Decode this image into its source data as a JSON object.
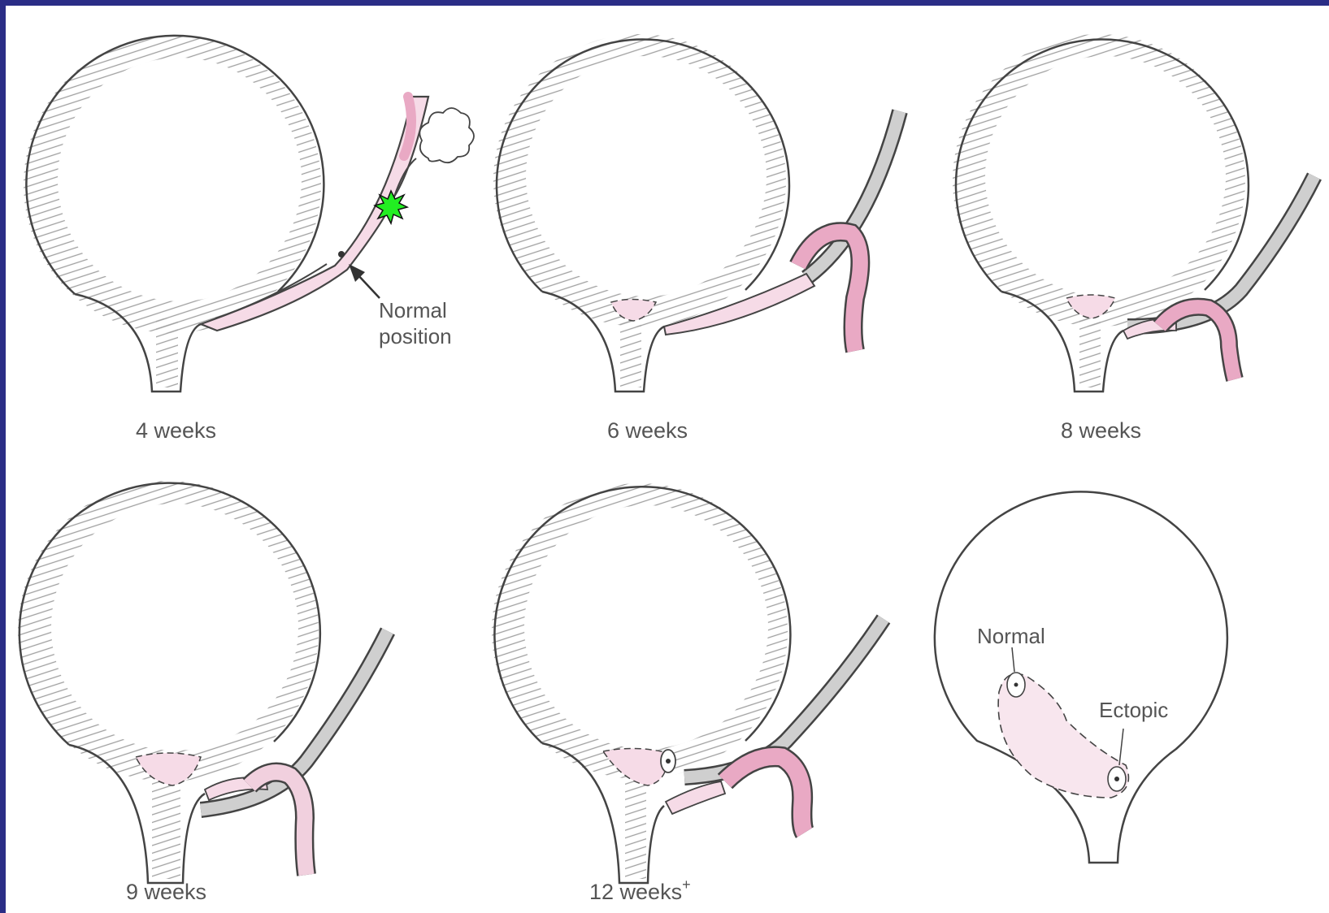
{
  "colors": {
    "background_border": "#2a2d86",
    "panel": "#ffffff",
    "outline": "#444444",
    "hatch": "#9a9a9a",
    "duct_pink": "#f2c7d9",
    "ureter_pink": "#e9a9c4",
    "ureter_gray": "#c9c9c9",
    "marker_green": "#22ee22"
  },
  "panels": [
    {
      "caption": "4 weeks"
    },
    {
      "caption": "6 weeks"
    },
    {
      "caption": "8 weeks"
    },
    {
      "caption": "9 weeks"
    },
    {
      "caption_base": "12 weeks",
      "caption_sup": "+"
    },
    {
      "caption": ""
    }
  ],
  "annotations": {
    "normal_position_line1": "Normal",
    "normal_position_line2": "position",
    "normal": "Normal",
    "ectopic": "Ectopic"
  },
  "icons": {
    "marker": "green-starburst-marker-icon",
    "pointer": "arrow-icon"
  }
}
